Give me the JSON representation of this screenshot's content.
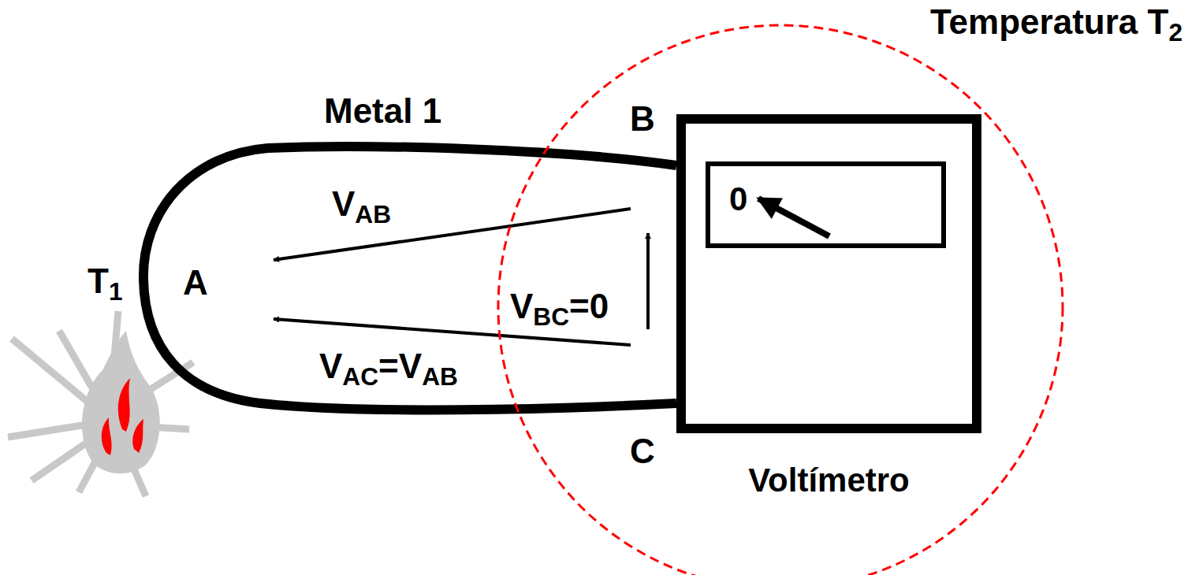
{
  "diagram": {
    "nodes": [
      {
        "text": [
          "Temperatura T2"
        ]
      },
      {
        "text": [
          "Voltímetro"
        ],
        "in": 0
      },
      {
        "text": [
          "0"
        ],
        "in": 1
      }
    ],
    "labels": [
      "Metal 1",
      "B",
      "C",
      "A",
      "T1",
      "VAB",
      "VBC=0",
      "VAC=VAB"
    ]
  }
}
